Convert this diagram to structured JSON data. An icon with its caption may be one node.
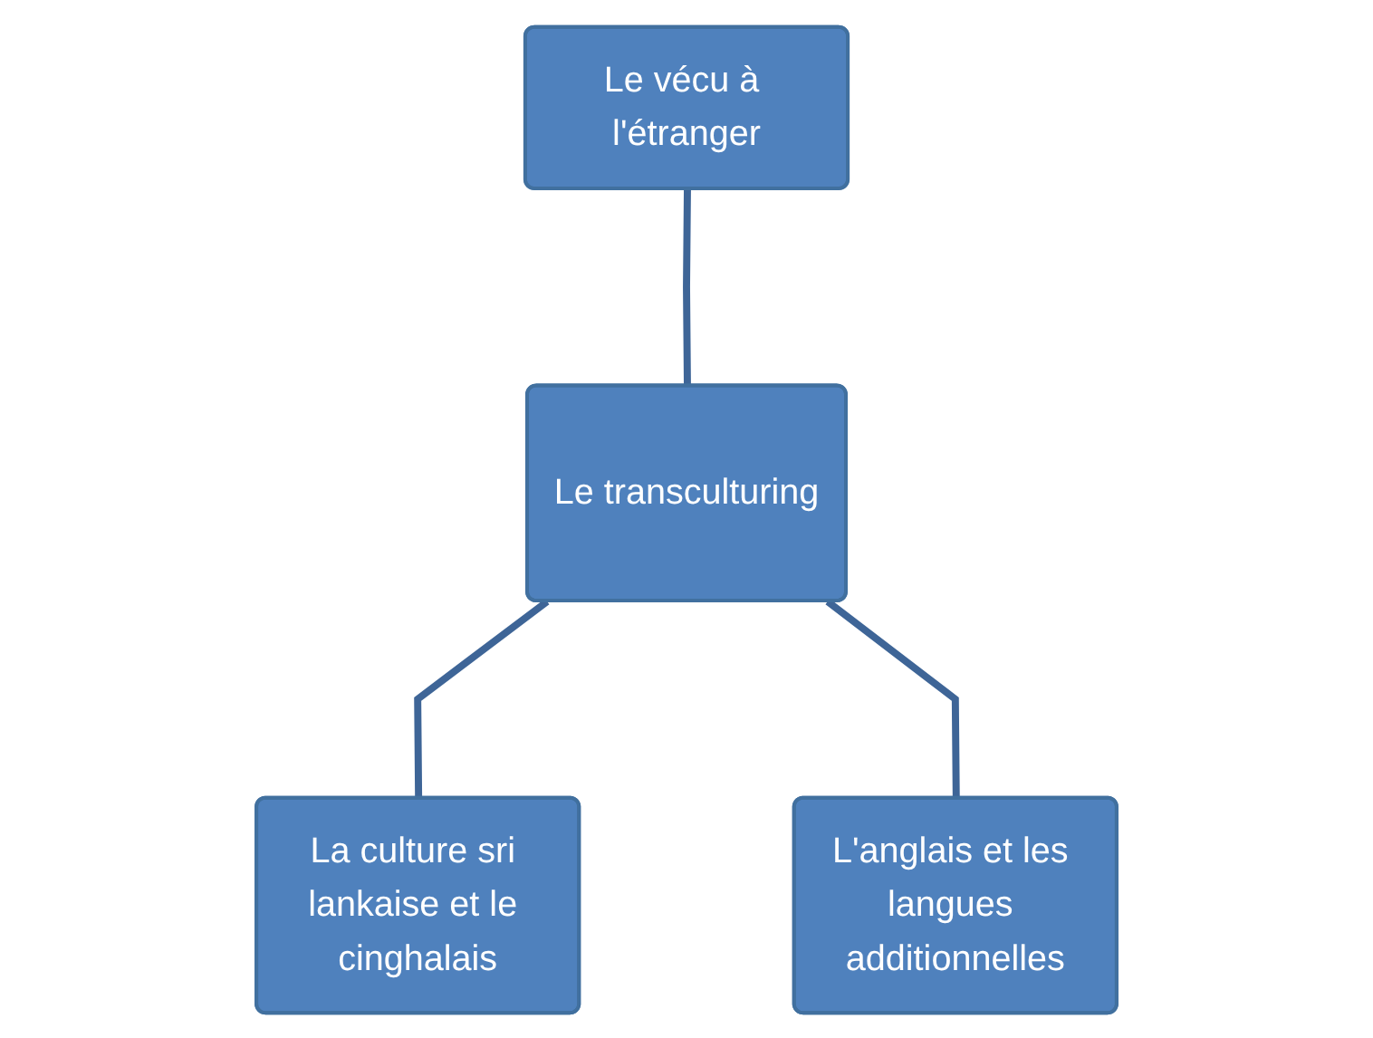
{
  "diagram": {
    "nodes": [
      {
        "text": [
          "Le vécu à l'étranger"
        ]
      },
      {
        "text": [
          "Le transculturing"
        ]
      },
      {
        "text": [
          "La culture sri lankaise et le cinghalais"
        ]
      },
      {
        "text": [
          "L'anglais et les langues additionnelles"
        ]
      }
    ],
    "edges": [
      {
        "from": 0,
        "to": 1,
        "arrow": "none"
      },
      {
        "from": 1,
        "to": 2,
        "arrow": "none"
      },
      {
        "from": 1,
        "to": 3,
        "arrow": "none"
      }
    ]
  }
}
